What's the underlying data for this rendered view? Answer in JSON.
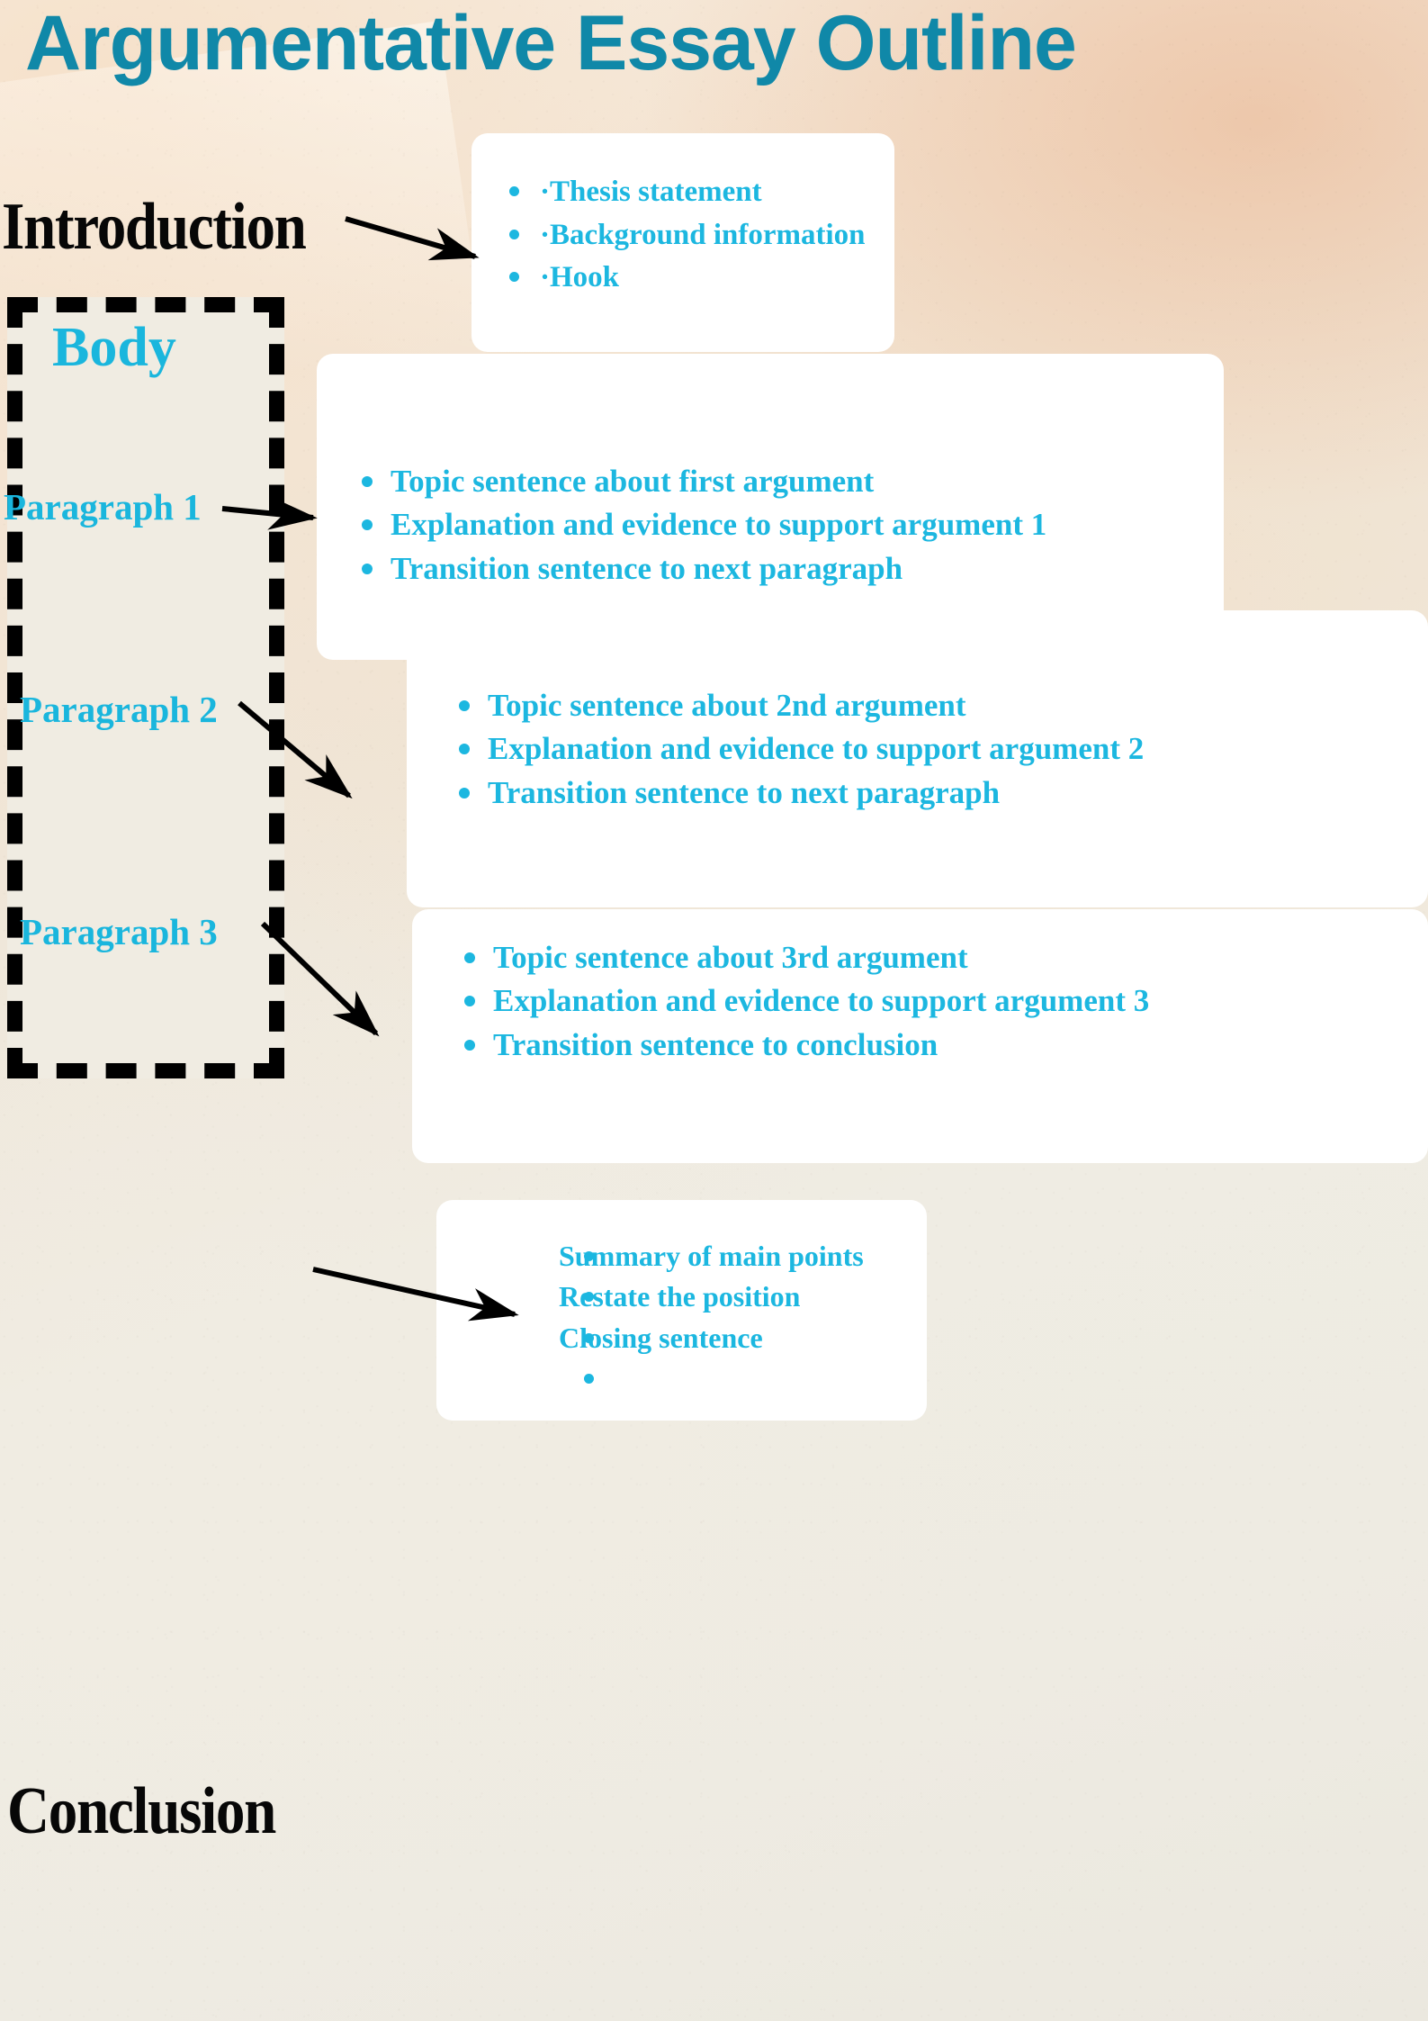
{
  "poster": {
    "title": "Argumentative Essay Outline",
    "accent_title_color": "#1088a8",
    "accent_text_color": "#1cb7e0",
    "label_color": "#070707",
    "background_color": "#efe7dc",
    "box_fill_color": "#f0ece2",
    "card_color": "#ffffff"
  },
  "sections": {
    "introduction": {
      "label": "Introduction",
      "bullets": [
        "·Thesis statement",
        "·Background information",
        "·Hook"
      ]
    },
    "body": {
      "label": "Body",
      "paragraphs": [
        {
          "label": "Paragraph 1",
          "bullets": [
            "Topic sentence about first argument",
            "Explanation and evidence to support argument 1",
            "Transition sentence to next paragraph"
          ]
        },
        {
          "label": "Paragraph 2",
          "bullets": [
            "Topic sentence about 2nd argument",
            "Explanation and evidence to support argument 2",
            "Transition sentence to next paragraph"
          ]
        },
        {
          "label": "Paragraph 3",
          "bullets": [
            "Topic sentence about 3rd argument",
            "Explanation and evidence to support argument 3",
            "Transition sentence to conclusion"
          ]
        }
      ]
    },
    "conclusion": {
      "label": "Conclusion",
      "bullets": [
        "Summary of main points",
        "Restate the position",
        "Closing sentence",
        ""
      ]
    }
  },
  "connectors": [
    {
      "name": "introduction-to-card",
      "from": "Introduction",
      "to": "introduction-card"
    },
    {
      "name": "paragraph-1-to-card",
      "from": "Paragraph 1",
      "to": "paragraph-1-card"
    },
    {
      "name": "paragraph-2-to-card",
      "from": "Paragraph 2",
      "to": "paragraph-2-card"
    },
    {
      "name": "paragraph-3-to-card",
      "from": "Paragraph 3",
      "to": "paragraph-3-card"
    },
    {
      "name": "conclusion-to-card",
      "from": "Conclusion",
      "to": "conclusion-card"
    }
  ]
}
